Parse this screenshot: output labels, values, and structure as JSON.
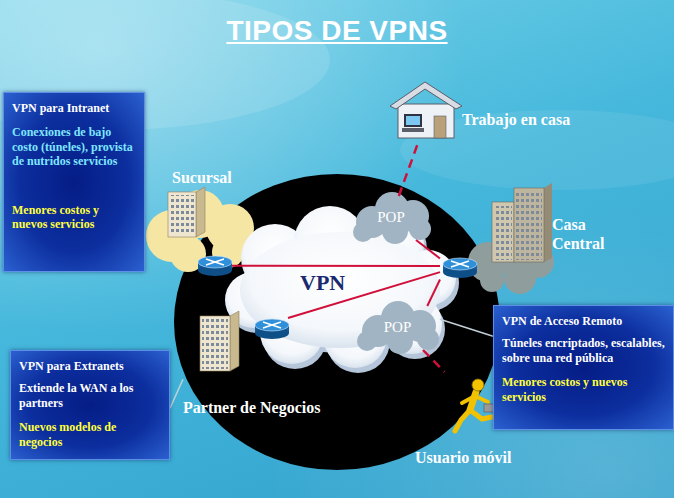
{
  "diagram": {
    "title": "TIPOS DE VPNS",
    "nodes": [
      {
        "text": [
          "Trabajo en casa"
        ]
      },
      {
        "text": [
          "VPN para Intranet",
          "Conexiones de bajo costo (túneles), provista de nutridos servicios",
          "Menores costos y nuevos servicios"
        ]
      },
      {
        "text": [
          "Sucursal"
        ]
      },
      {
        "text": [
          "POP"
        ]
      },
      {
        "text": [
          "Casa Central"
        ]
      },
      {
        "text": [
          "VPN"
        ]
      },
      {
        "text": [
          "POP"
        ]
      },
      {
        "text": [
          "VPN de Acceso Remoto",
          "Túneles encriptados, escalables, sobre una red pública",
          "Menores costos y nuevos servicios"
        ]
      },
      {
        "text": [
          "VPN para Extranets",
          "Extiende la WAN a los partners",
          "Nuevos modelos de negocios"
        ]
      },
      {
        "text": [
          "Partner de Negocios"
        ]
      },
      {
        "text": [
          "Usuario móvil"
        ]
      }
    ],
    "edges": [
      {
        "from": 2,
        "to": 4,
        "arrow": "none"
      },
      {
        "from": 9,
        "to": 4,
        "arrow": "none"
      },
      {
        "from": 3,
        "to": 4,
        "arrow": "none"
      },
      {
        "from": 6,
        "to": 4,
        "arrow": "none"
      },
      {
        "from": 3,
        "to": 0,
        "arrow": "none"
      },
      {
        "from": 6,
        "to": 10,
        "arrow": "none"
      },
      {
        "from": 8,
        "to": 9,
        "arrow": "none"
      },
      {
        "from": 7,
        "to": 6,
        "arrow": "none"
      }
    ]
  }
}
